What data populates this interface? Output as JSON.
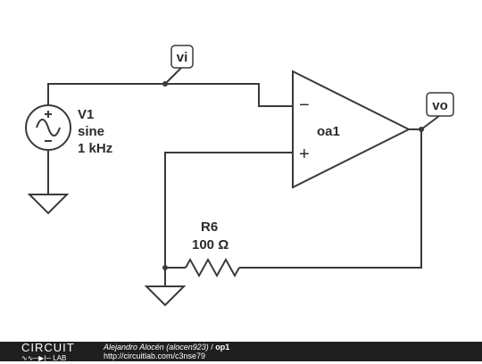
{
  "schematic": {
    "source": {
      "name": "V1",
      "type": "sine",
      "frequency": "1 kHz"
    },
    "opamp": {
      "name": "oa1",
      "minus": "−",
      "plus": "+"
    },
    "resistor": {
      "name": "R6",
      "value": "100 Ω"
    },
    "labels": {
      "input": "vi",
      "output": "vo"
    }
  },
  "footer": {
    "logo_top": "CIRCUIT",
    "logo_bottom": "LAB",
    "author": "Alejandro Alocén (alocen923)",
    "separator": " / ",
    "title": "op1",
    "url": "http://circuitlab.com/c3nse79"
  }
}
